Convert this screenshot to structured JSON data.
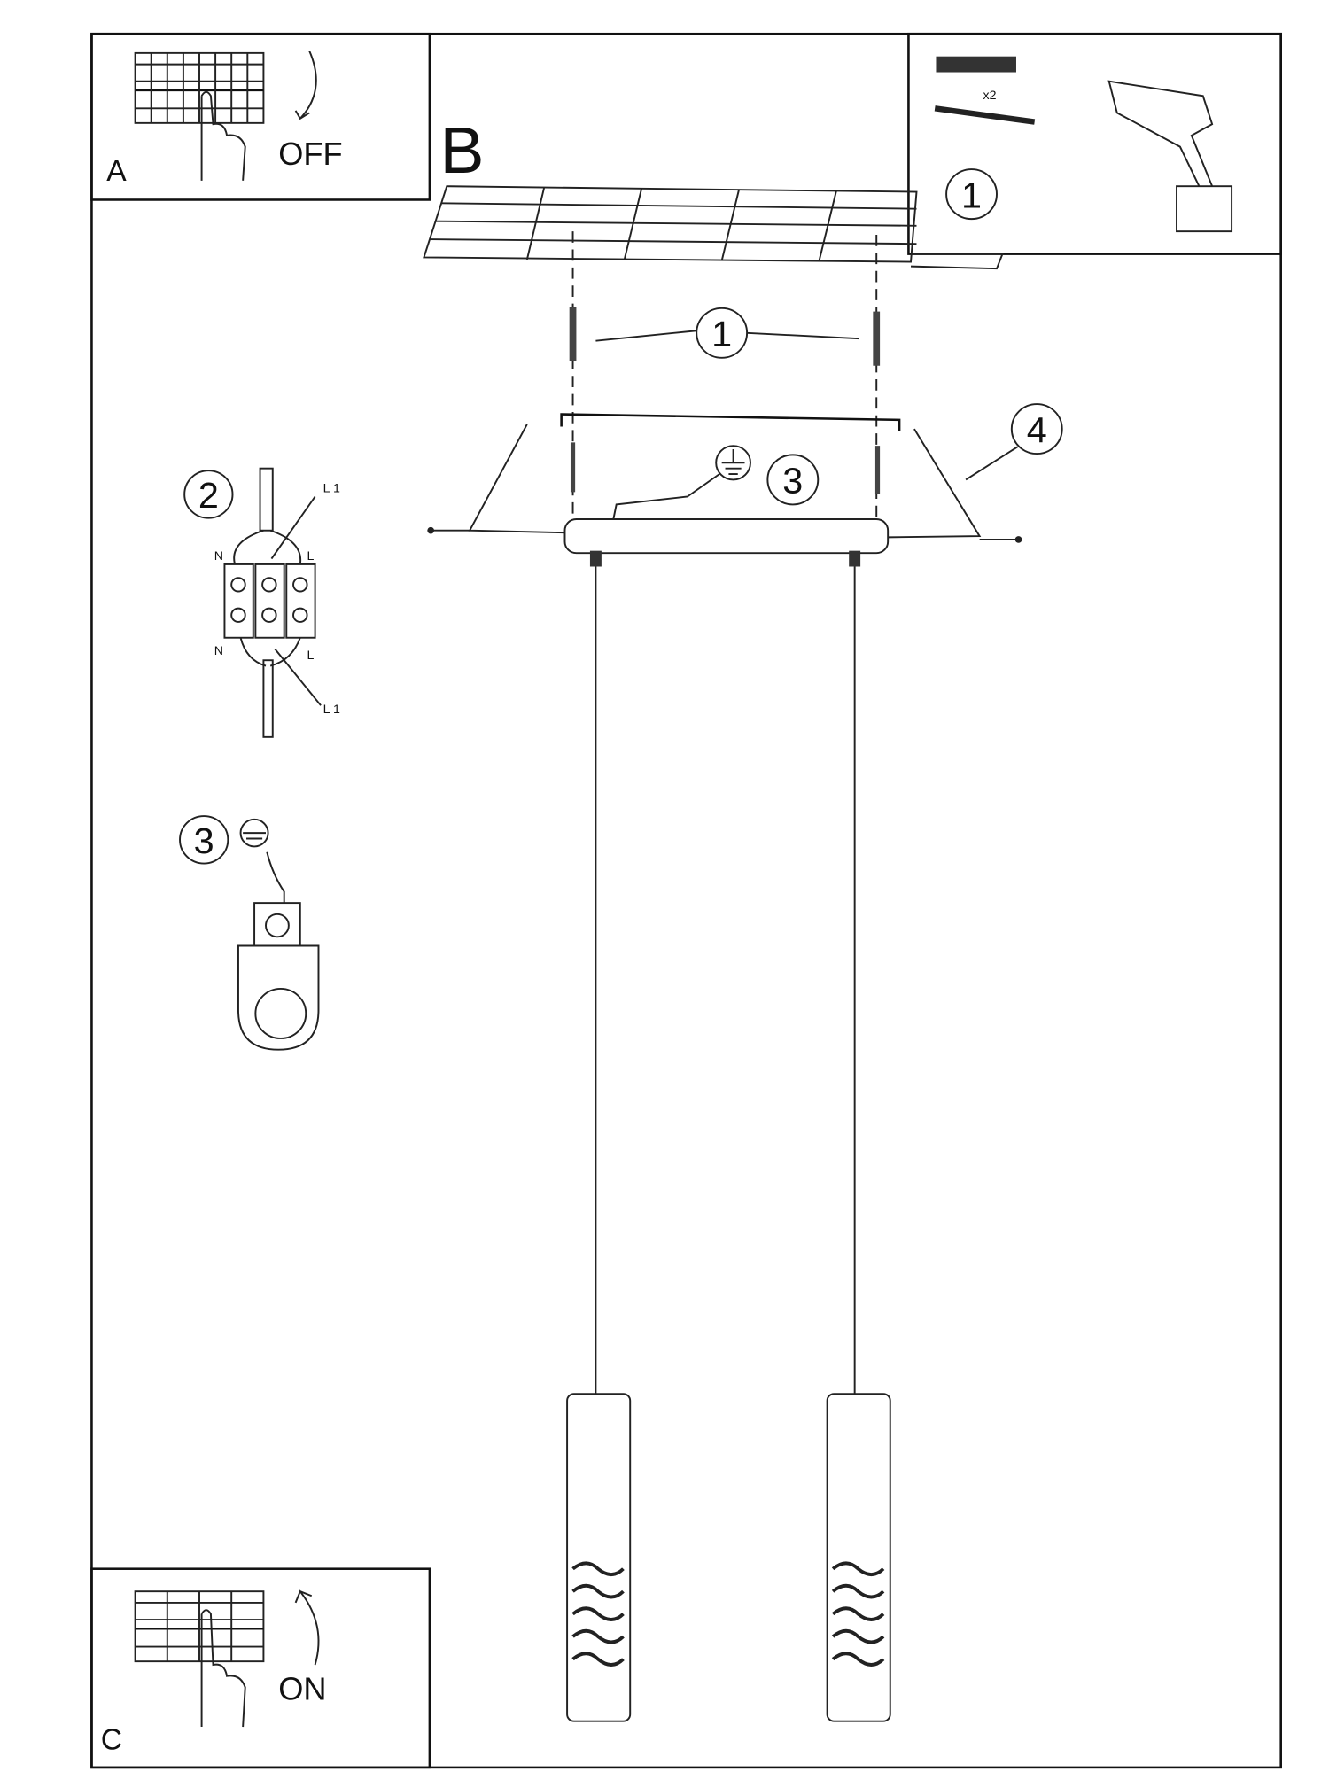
{
  "panels": {
    "a": {
      "letter": "A",
      "label": "OFF"
    },
    "b": {
      "letter": "B"
    },
    "c": {
      "letter": "C",
      "label": "ON"
    }
  },
  "tools": {
    "step": "1",
    "quantity": "x2"
  },
  "callouts": {
    "anchors": "1",
    "wiring": "2",
    "earth_main": "3",
    "earth_detail": "3",
    "bracket": "4"
  },
  "wiring_labels": {
    "top_l1": "L 1",
    "top_n": "N",
    "top_l": "L",
    "bottom_n": "N",
    "bottom_l": "L",
    "bottom_l1": "L 1"
  },
  "icons": [
    "circuit-breaker-icon",
    "hand-icon",
    "drill-icon",
    "wall-plug-icon",
    "screw-icon",
    "earth-ground-icon",
    "terminal-block-icon"
  ]
}
